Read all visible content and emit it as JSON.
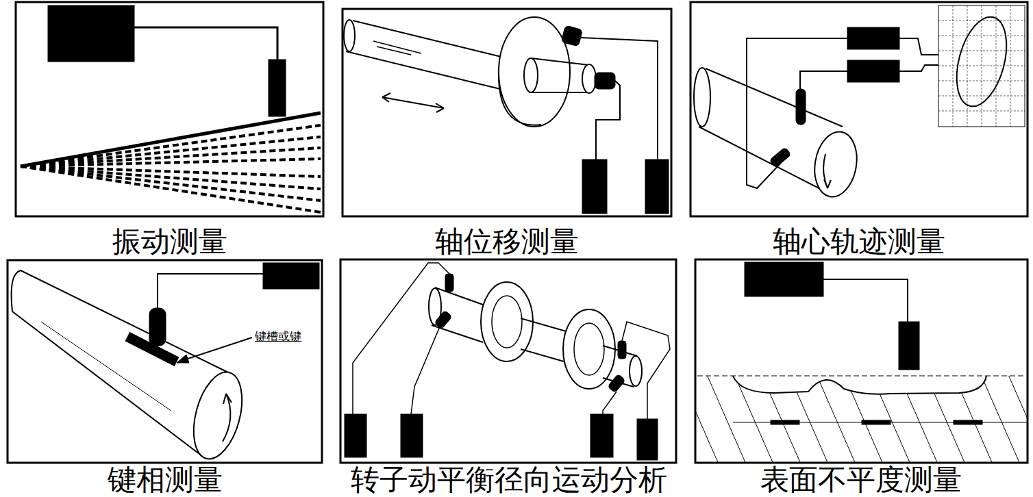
{
  "diagram": {
    "nodes": [
      {
        "text": [
          "振动测量"
        ]
      },
      {
        "text": [
          "轴位移测量"
        ]
      },
      {
        "text": [
          "轴心轨迹测量"
        ]
      },
      {
        "text": [
          "键相测量"
        ]
      },
      {
        "text": [
          "转子动平衡径向运动分析"
        ]
      },
      {
        "text": [
          "表面不平度测量"
        ]
      }
    ],
    "labels": [
      "键槽或键"
    ]
  }
}
